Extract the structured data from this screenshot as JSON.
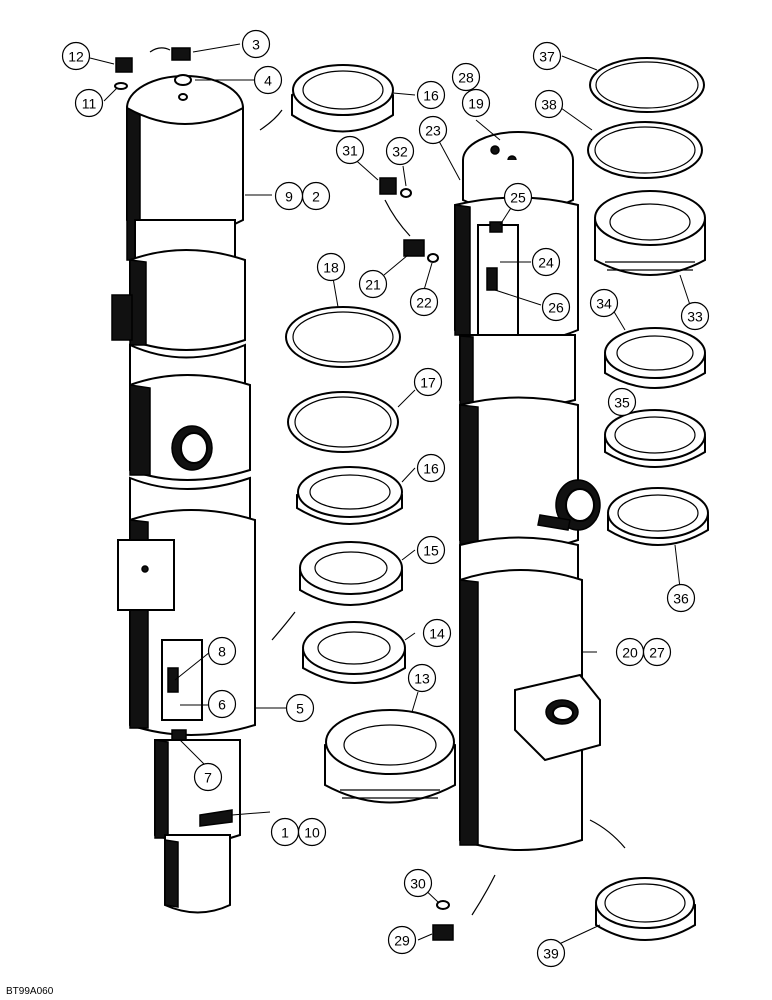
{
  "figure_ref": "BT99A060",
  "callouts": [
    {
      "id": "c1",
      "label": "1"
    },
    {
      "id": "c2",
      "label": "2"
    },
    {
      "id": "c3",
      "label": "3"
    },
    {
      "id": "c4",
      "label": "4"
    },
    {
      "id": "c5",
      "label": "5"
    },
    {
      "id": "c6",
      "label": "6"
    },
    {
      "id": "c7",
      "label": "7"
    },
    {
      "id": "c8",
      "label": "8"
    },
    {
      "id": "c9",
      "label": "9"
    },
    {
      "id": "c10",
      "label": "10"
    },
    {
      "id": "c11",
      "label": "11"
    },
    {
      "id": "c12",
      "label": "12"
    },
    {
      "id": "c13",
      "label": "13"
    },
    {
      "id": "c14",
      "label": "14"
    },
    {
      "id": "c15",
      "label": "15"
    },
    {
      "id": "c16a",
      "label": "16"
    },
    {
      "id": "c16b",
      "label": "16"
    },
    {
      "id": "c17",
      "label": "17"
    },
    {
      "id": "c18",
      "label": "18"
    },
    {
      "id": "c19",
      "label": "19"
    },
    {
      "id": "c20",
      "label": "20"
    },
    {
      "id": "c21",
      "label": "21"
    },
    {
      "id": "c22",
      "label": "22"
    },
    {
      "id": "c23",
      "label": "23"
    },
    {
      "id": "c24",
      "label": "24"
    },
    {
      "id": "c25",
      "label": "25"
    },
    {
      "id": "c26",
      "label": "26"
    },
    {
      "id": "c27",
      "label": "27"
    },
    {
      "id": "c28",
      "label": "28"
    },
    {
      "id": "c29",
      "label": "29"
    },
    {
      "id": "c30",
      "label": "30"
    },
    {
      "id": "c31",
      "label": "31"
    },
    {
      "id": "c32",
      "label": "32"
    },
    {
      "id": "c33",
      "label": "33"
    },
    {
      "id": "c34",
      "label": "34"
    },
    {
      "id": "c35",
      "label": "35"
    },
    {
      "id": "c36",
      "label": "36"
    },
    {
      "id": "c37",
      "label": "37"
    },
    {
      "id": "c38",
      "label": "38"
    },
    {
      "id": "c39",
      "label": "39"
    }
  ]
}
